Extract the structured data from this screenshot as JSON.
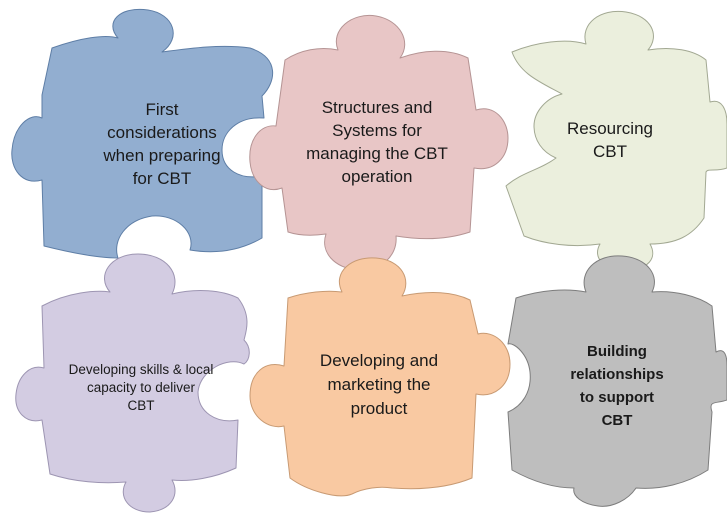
{
  "pieces": [
    {
      "id": "first",
      "label": "First\nconsiderations\nwhen preparing\nfor CBT",
      "fill": "#92aed0",
      "stroke": "#5e7ea6"
    },
    {
      "id": "structures",
      "label": "Structures and\nSystems for\nmanaging the CBT\noperation",
      "fill": "#e8c6c6",
      "stroke": "#b59494"
    },
    {
      "id": "resourcing",
      "label": "Resourcing\nCBT",
      "fill": "#ebefdd",
      "stroke": "#a2a892"
    },
    {
      "id": "skills",
      "label": "Developing skills & local\ncapacity to deliver\nCBT",
      "fill": "#d3cce2",
      "stroke": "#9d95b2"
    },
    {
      "id": "product",
      "label": "Developing and\nmarketing the\nproduct",
      "fill": "#f9c9a2",
      "stroke": "#c89a73"
    },
    {
      "id": "relationships",
      "label": "Building\nrelationships\nto support\nCBT",
      "fill": "#bebebe",
      "stroke": "#7d7d7d"
    }
  ]
}
